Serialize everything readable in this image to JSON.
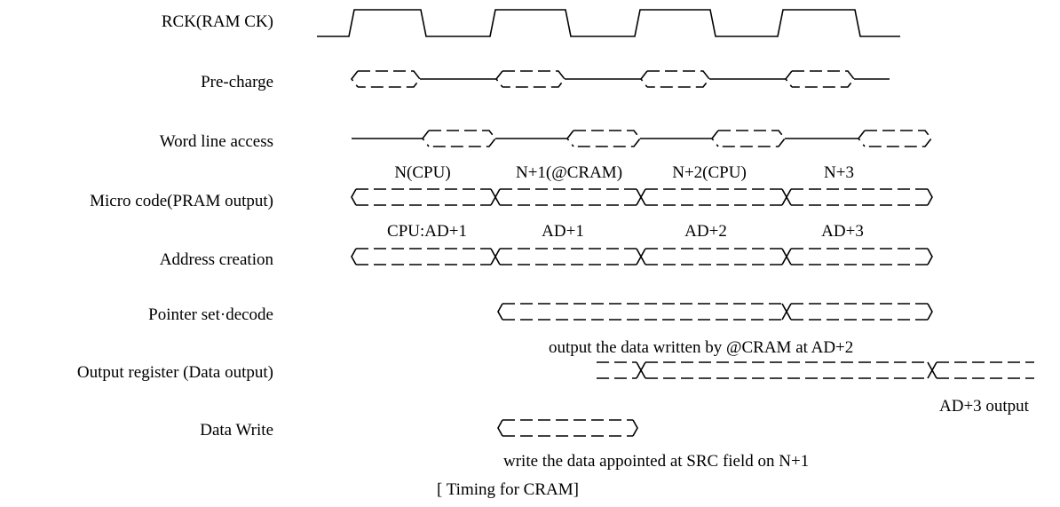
{
  "signals": {
    "rck": "RCK(RAM CK)",
    "precharge": "Pre-charge",
    "wordline": "Word line access",
    "microcode": "Micro code(PRAM output)",
    "address": "Address creation",
    "pointer": "Pointer set·decode",
    "output_register": "Output register (Data output)",
    "data_write": "Data Write"
  },
  "microcode_slots": [
    "N(CPU)",
    "N+1(@CRAM)",
    "N+2(CPU)",
    "N+3"
  ],
  "address_slots": [
    "CPU:AD+1",
    "AD+1",
    "AD+2",
    "AD+3"
  ],
  "notes": {
    "pointer_output": "output the data written by @CRAM at AD+2",
    "ad3_output": "AD+3 output",
    "data_write": "write the data appointed at SRC field on N+1"
  },
  "caption": "[ Timing for CRAM]"
}
